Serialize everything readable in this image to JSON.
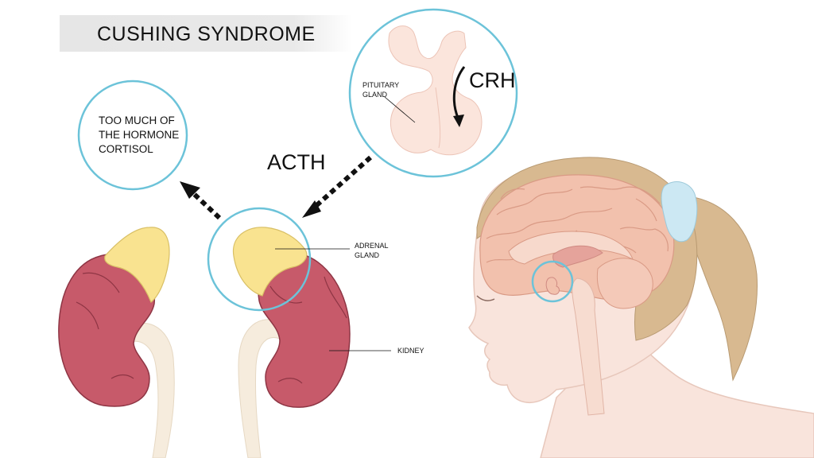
{
  "title": "CUSHING SYNDROME",
  "labels": {
    "crh": "CRH",
    "acth": "ACTH",
    "pituitary_line1": "PITUITARY",
    "pituitary_line2": "GLAND",
    "adrenal_line1": "ADRENAL",
    "adrenal_line2": "GLAND",
    "kidney": "KIDNEY",
    "cortisol_line1": "TOO MUCH OF",
    "cortisol_line2": "THE HORMONE",
    "cortisol_line3": "CORTISOL"
  },
  "colors": {
    "circle_outline": "#6cc3d9",
    "kidney": "#c75a6a",
    "adrenal": "#f9e390",
    "skin": "#f9e4dc",
    "hair": "#d8b990",
    "brain": "#f2c1ad",
    "hair_tie": "#cce8f3",
    "arrow": "#111111"
  }
}
